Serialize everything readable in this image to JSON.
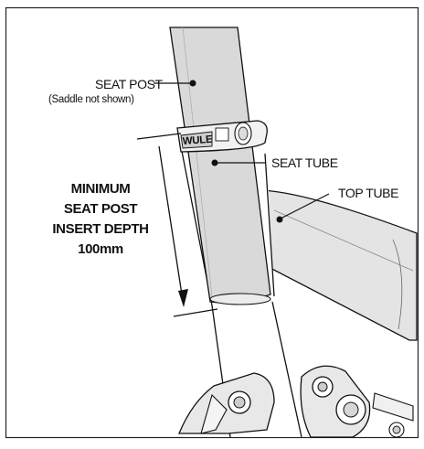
{
  "labels": {
    "seat_post": "SEAT POST",
    "saddle_note": "(Saddle not shown)",
    "seat_tube": "SEAT TUBE",
    "top_tube": "TOP TUBE",
    "clamp_marking": "WULE"
  },
  "callout": {
    "line1": "MINIMUM",
    "line2": "SEAT POST",
    "line3": "INSERT DEPTH",
    "line4": "100mm"
  }
}
